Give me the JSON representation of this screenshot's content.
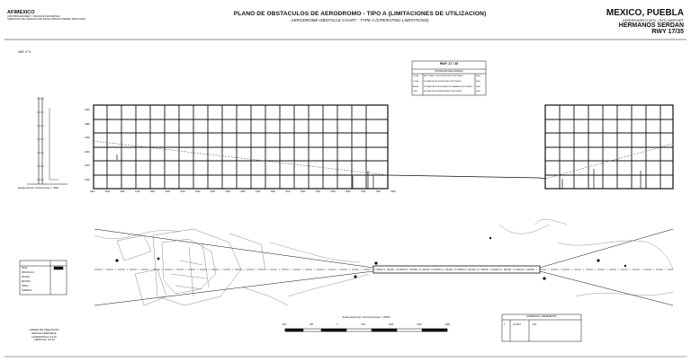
{
  "header": {
    "org_name": "AFIMEXICO",
    "org_line1": "CONTROLADORES Y TECNICOS EN METEO",
    "org_line2": "SERVICIOS DE NAVEGACION EN EL ESPACIO AEREO MEXICANO",
    "title": "PLANO DE OBSTACULOS DE AERODROMO - TIPO A (LIMITACIONES DE UTILIZACION)",
    "subtitle": "AERODROME OBSTACLE CHART - TYPE A (OPERATING LIMITATIONS)",
    "city": "MEXICO, PUEBLA",
    "airport_label": "AEROPUERTO INTL / INTL AIRPORT",
    "airport_name": "HERMANOS SERDAN",
    "runway": "RWY 17/35"
  },
  "var_label": "VAR 4° E",
  "scale_caption": "Escala Vertical / Vertical Scale 1 : 5000",
  "table": {
    "title": "RWY 17 / 35",
    "subtitle": "DISTANCIAS DECLARADAS",
    "rows": [
      {
        "code": "TORA",
        "desc": "RECORRIDO DE DESPEGUE DISPONIBLE",
        "value": "3600"
      },
      {
        "code": "TODA",
        "desc": "DISTANCIA DE DESPEGUE DISPONIBLE",
        "value": "3600"
      },
      {
        "code": "ASDA",
        "desc": "DISTANCIA DE ACELERACION PARADA DISPONIBLE",
        "value": "3600"
      },
      {
        "code": "LDA",
        "desc": "DISTANCIA DE ATERRIZAJE DISPONIBLE",
        "value": "3600"
      }
    ]
  },
  "legend_box": {
    "rows": [
      "PISTA",
      "OBSTACULO",
      "ANTENA",
      "EDIFICIO",
      "ARBOL",
      "TERRENO"
    ]
  },
  "bottom_left": {
    "line1": "ORDEN DE PRECISION",
    "line2": "ERROR ADMISIBLE",
    "line3": "HORIZONTAL   0.5 M",
    "line4": "VERTICAL   0.5 M"
  },
  "plan_scale_caption": "Escala Horizontal / Horizontal Scale 1 : 20000",
  "plan_scale_ticks": [
    "500",
    "250",
    "0",
    "500",
    "1000",
    "1500",
    "2000"
  ],
  "amend_box": {
    "title": "ENMIENDAS / AMENDMENTS",
    "row1_a": "1",
    "row1_b": "10-2021",
    "row1_c": "DGI"
  },
  "profile_x_labels": [
    "0000",
    "0400",
    "0800",
    "1200",
    "1600",
    "2000",
    "2400",
    "2800",
    "3200",
    "3600",
    "4000",
    "4400",
    "4800",
    "5200",
    "5600",
    "6000",
    "6400",
    "6800",
    "7200",
    "7600",
    "8000"
  ],
  "profile_y_labels": [
    "2300",
    "2280",
    "2260",
    "2240",
    "2220",
    "2200"
  ],
  "colors": {
    "line": "#111111",
    "grid": "#222222",
    "faint": "#888888"
  }
}
